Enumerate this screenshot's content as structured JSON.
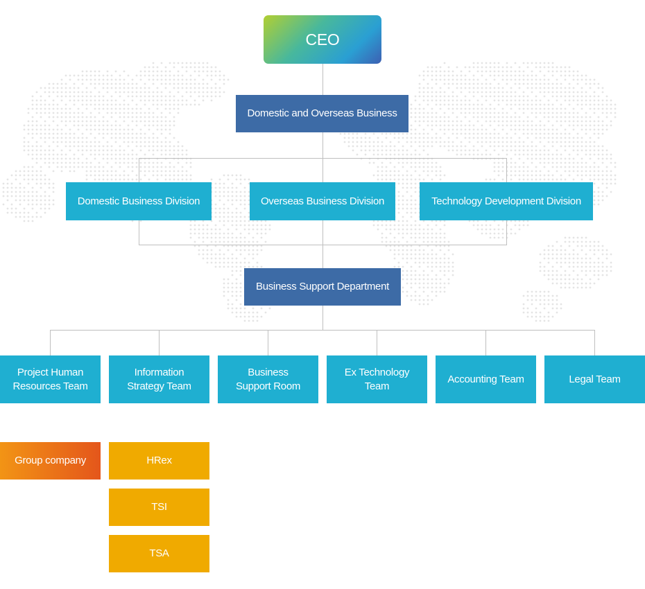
{
  "ceo": {
    "label": "CEO"
  },
  "domestic_overseas": {
    "label": "Domestic and Overseas Business"
  },
  "divisions": [
    {
      "label": "Domestic Business Division"
    },
    {
      "label": "Overseas Business Division"
    },
    {
      "label": "Technology Development Division"
    }
  ],
  "support_department": {
    "label": "Business Support Department"
  },
  "teams": [
    {
      "line1": "Project Human",
      "line2": "Resources Team"
    },
    {
      "line1": "Information",
      "line2": "Strategy Team"
    },
    {
      "line1": "Business",
      "line2": "Support Room"
    },
    {
      "line1": "Ex Technology",
      "line2": "Team"
    },
    {
      "line1": "Accounting Team",
      "line2": ""
    },
    {
      "line1": "Legal Team",
      "line2": ""
    }
  ],
  "group_company": {
    "label": "Group company",
    "companies": [
      "HRex",
      "TSI",
      "TSA"
    ]
  },
  "colors": {
    "dark_blue": "#3d6ba6",
    "teal": "#1fafd1",
    "gold": "#f0aa00",
    "orange_start": "#f29415",
    "orange_end": "#e4561b",
    "connector": "#bfbfbf",
    "map_dots": "#e4e4e4"
  }
}
